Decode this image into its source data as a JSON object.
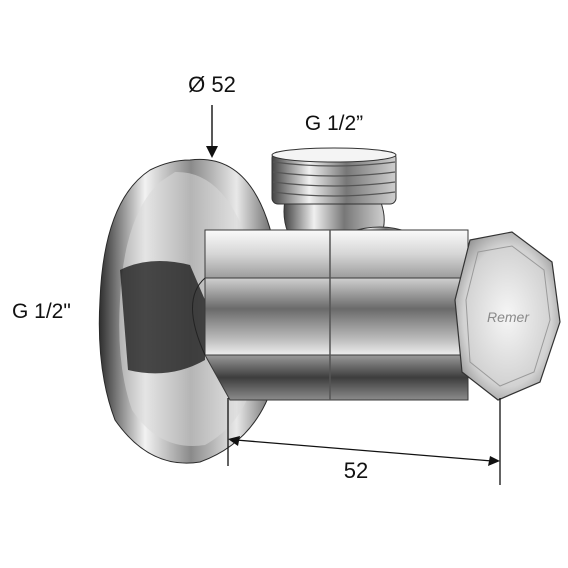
{
  "labels": {
    "diameter": "Ø 52",
    "outlet_thread": "G 1/2”",
    "inlet_thread": "G 1/2\"",
    "length": "52"
  },
  "logo": {
    "text": "Remer"
  },
  "colors": {
    "background": "#ffffff",
    "dimension_line": "#111111",
    "chrome_dark": "#3a3a3a",
    "chrome_mid": "#9a9a9a",
    "chrome_light": "#eeeeee"
  }
}
